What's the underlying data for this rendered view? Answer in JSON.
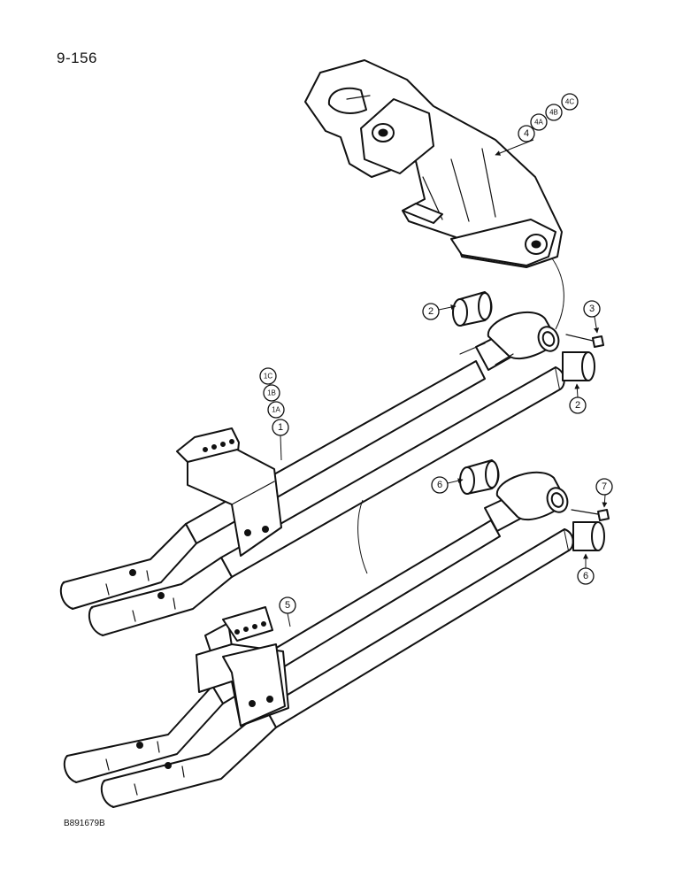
{
  "page_number": "9-156",
  "drawing_code": "B891679B",
  "callouts": {
    "c1": "1",
    "c1a": "1A",
    "c1b": "1B",
    "c1c": "1C",
    "c2": "2",
    "c3": "3",
    "c4": "4",
    "c4a": "4A",
    "c4b": "4B",
    "c4c": "4C",
    "c5": "5",
    "c6": "6",
    "c7": "7"
  }
}
